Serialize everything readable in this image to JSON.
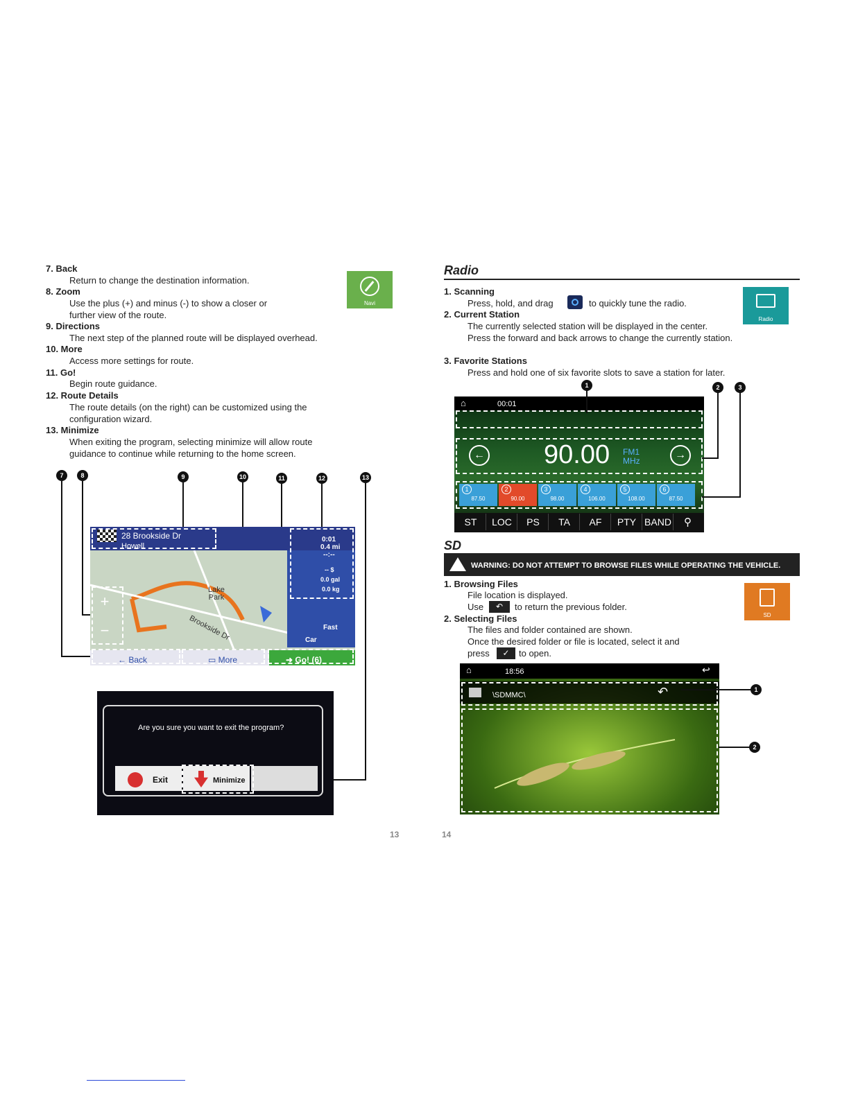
{
  "left_page": {
    "items": [
      {
        "title": "7. Back",
        "lines": [
          "Return to change the destination information."
        ]
      },
      {
        "title": "8. Zoom",
        "lines": [
          "Use the plus (+) and minus (-) to show a closer or",
          "further view of the route."
        ]
      },
      {
        "title": "9. Directions",
        "lines": [
          "The next step of the planned route will be displayed overhead."
        ]
      },
      {
        "title": "10. More",
        "lines": [
          "Access more settings for route."
        ]
      },
      {
        "title": "11. Go!",
        "lines": [
          "Begin route guidance."
        ]
      },
      {
        "title": "12. Route Details",
        "lines": [
          "The route details (on the right) can be customized using the",
          "configuration wizard."
        ]
      },
      {
        "title": "13. Minimize",
        "lines": [
          "When exiting the program, selecting minimize will allow route",
          "guidance to continue while returning to the home screen."
        ]
      }
    ],
    "navi_tile_label": "Navi",
    "callouts": [
      "7",
      "8",
      "9",
      "10",
      "11",
      "12",
      "13"
    ],
    "nav_screen": {
      "street": "28 Brookside Dr",
      "city": "Howell",
      "map_labels": {
        "park": "Lake\nPark",
        "road": "Brookside Dr"
      },
      "time": "0:01",
      "distance": "0.4 mi",
      "eta": "--:--",
      "cost": "-- $",
      "fuel": "0.0 gal",
      "co2": "0.0 kg",
      "mode1": "Fast",
      "mode2": "Car",
      "back_label": "Back",
      "more_label": "More",
      "go_label": "Go! (6)"
    },
    "exit_dialog": {
      "question": "Are you sure you want to exit the program?",
      "exit_label": "Exit",
      "minimize_label": "Minimize"
    },
    "page_number": "13"
  },
  "right_page": {
    "radio_heading": "Radio",
    "radio_items": [
      {
        "title": "1. Scanning",
        "lines": [
          "Press, hold, and drag",
          "to quickly tune the radio."
        ]
      },
      {
        "title": "2. Current Station",
        "lines": [
          "The currently selected station will be displayed in the center.",
          "Press the forward and back arrows to change the currently station."
        ]
      },
      {
        "title": "3. Favorite Stations",
        "lines": [
          "Press and hold one of six favorite slots to save a station for later."
        ]
      }
    ],
    "radio_tile_label": "Radio",
    "radio_screen": {
      "clock": "00:01",
      "frequency": "90.00",
      "band": "FM1",
      "unit": "MHz",
      "presets": [
        {
          "num": "1",
          "freq": "87.50"
        },
        {
          "num": "2",
          "freq": "90.00"
        },
        {
          "num": "3",
          "freq": "98.00"
        },
        {
          "num": "4",
          "freq": "106.00"
        },
        {
          "num": "5",
          "freq": "108.00"
        },
        {
          "num": "6",
          "freq": "87.50"
        }
      ],
      "buttons": [
        "ST",
        "LOC",
        "PS",
        "TA",
        "AF",
        "PTY",
        "BAND"
      ],
      "callouts": [
        "1",
        "2",
        "3"
      ]
    },
    "sd_heading": "SD",
    "warning": "WARNING: DO NOT ATTEMPT TO BROWSE FILES WHILE OPERATING THE VEHICLE.",
    "sd_items": [
      {
        "title": "1. Browsing Files",
        "lines": [
          "File location is displayed.",
          "Use",
          "to return the previous folder."
        ]
      },
      {
        "title": "2. Selecting Files",
        "lines": [
          "The files and folder contained are shown.",
          "Once the desired folder or file is located, select it and",
          "press",
          "to open."
        ]
      }
    ],
    "sd_tile_label": "SD",
    "sd_screen": {
      "clock": "18:56",
      "path": "\\SDMMC\\",
      "callouts": [
        "1",
        "2"
      ]
    },
    "page_number": "14"
  },
  "colors": {
    "navi_tile": "#6ab04c",
    "radio_tile": "#1a9a9a",
    "sd_tile": "#e07a22",
    "preset_blue": "#3aa0d8",
    "preset_active": "#e24a2a"
  }
}
